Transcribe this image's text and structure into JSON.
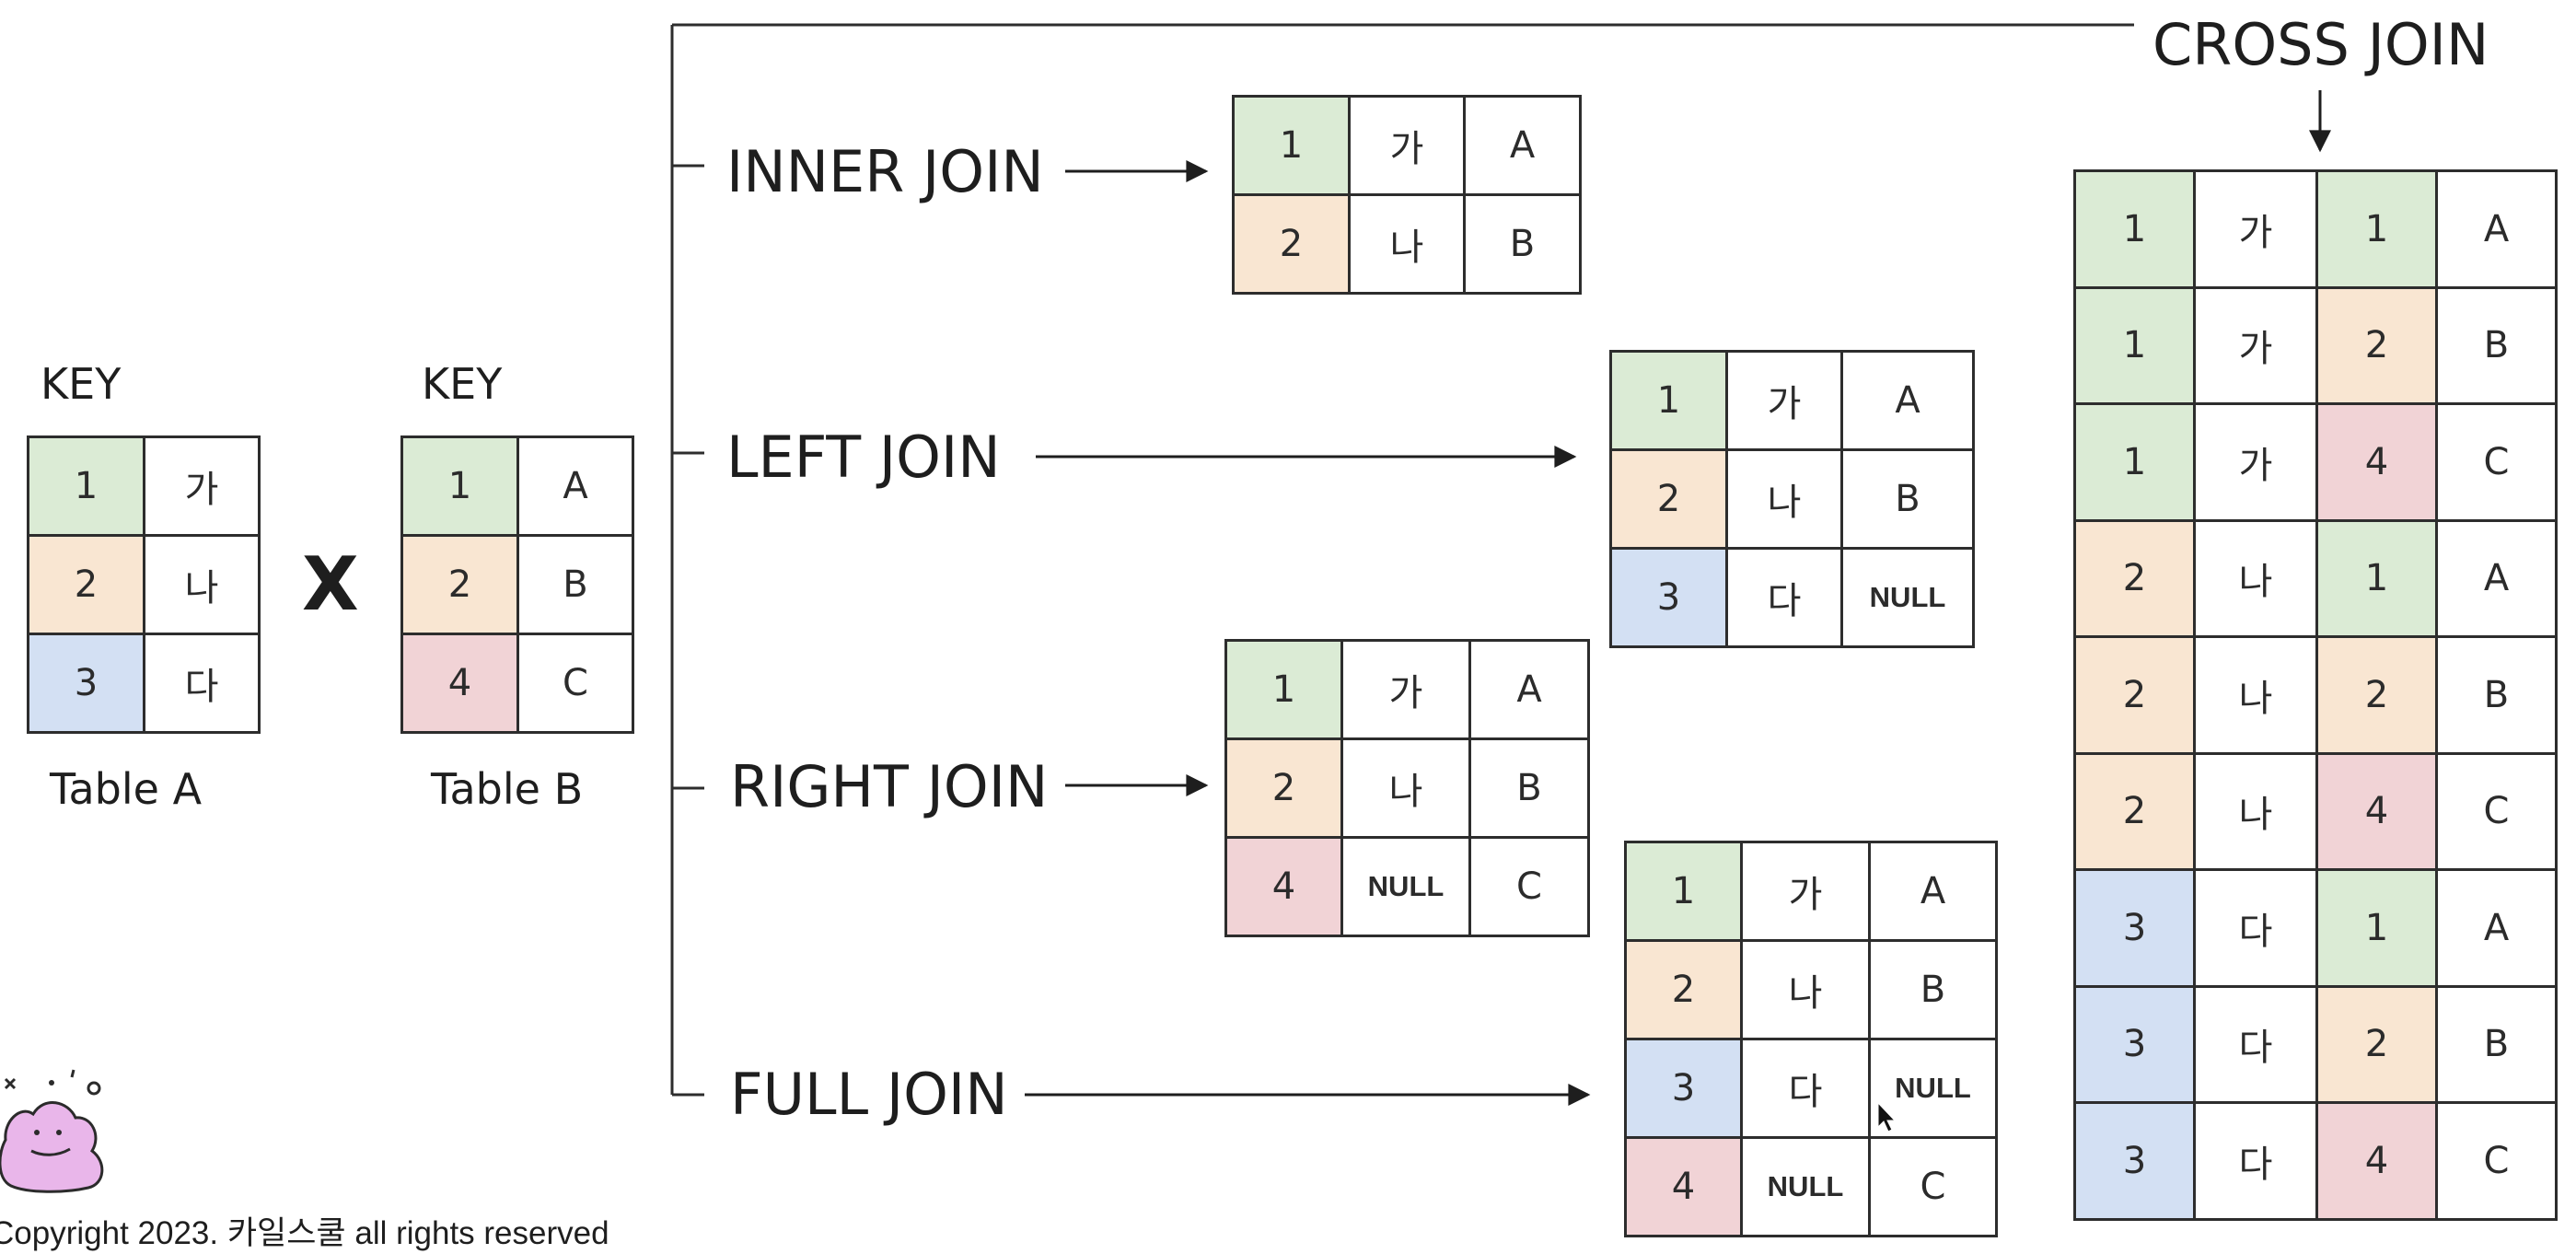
{
  "colors": {
    "k1": "#dbebd5",
    "k2": "#f9e6d2",
    "k3": "#d3e0f3",
    "k4": "#f1d3d6"
  },
  "left": {
    "key_label_a": "KEY",
    "key_label_b": "KEY",
    "table_a_name": "Table A",
    "table_b_name": "Table B",
    "times": "X",
    "table_a": [
      [
        "1",
        "가"
      ],
      [
        "2",
        "나"
      ],
      [
        "3",
        "다"
      ]
    ],
    "table_b": [
      [
        "1",
        "A"
      ],
      [
        "2",
        "B"
      ],
      [
        "4",
        "C"
      ]
    ]
  },
  "joins": {
    "inner": "INNER JOIN",
    "left": "LEFT JOIN",
    "right": "RIGHT JOIN",
    "full": "FULL JOIN",
    "cross": "CROSS JOIN"
  },
  "results": {
    "inner": [
      [
        "1",
        "가",
        "A"
      ],
      [
        "2",
        "나",
        "B"
      ]
    ],
    "left": [
      [
        "1",
        "가",
        "A"
      ],
      [
        "2",
        "나",
        "B"
      ],
      [
        "3",
        "다",
        "NULL"
      ]
    ],
    "right": [
      [
        "1",
        "가",
        "A"
      ],
      [
        "2",
        "나",
        "B"
      ],
      [
        "4",
        "NULL",
        "C"
      ]
    ],
    "full": [
      [
        "1",
        "가",
        "A"
      ],
      [
        "2",
        "나",
        "B"
      ],
      [
        "3",
        "다",
        "NULL"
      ],
      [
        "4",
        "NULL",
        "C"
      ]
    ],
    "cross": [
      [
        "1",
        "가",
        "1",
        "A"
      ],
      [
        "1",
        "가",
        "2",
        "B"
      ],
      [
        "1",
        "가",
        "4",
        "C"
      ],
      [
        "2",
        "나",
        "1",
        "A"
      ],
      [
        "2",
        "나",
        "2",
        "B"
      ],
      [
        "2",
        "나",
        "4",
        "C"
      ],
      [
        "3",
        "다",
        "1",
        "A"
      ],
      [
        "3",
        "다",
        "2",
        "B"
      ],
      [
        "3",
        "다",
        "4",
        "C"
      ]
    ]
  },
  "footer": {
    "copyright": "Copyright 2023. 카일스쿨 all rights reserved",
    "mascot": "ditto-mascot"
  }
}
